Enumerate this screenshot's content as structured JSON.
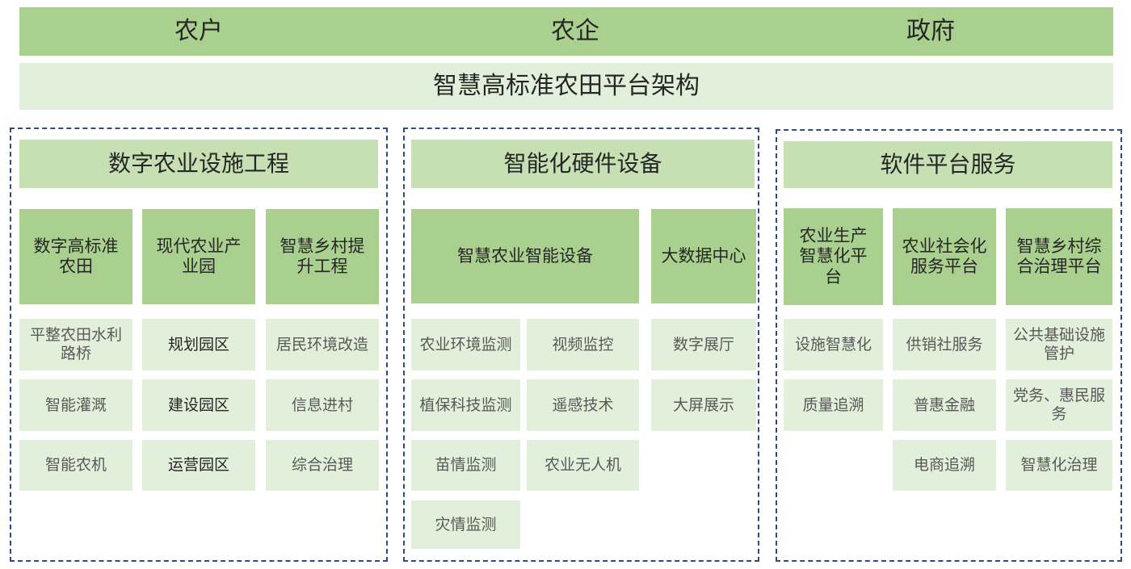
{
  "stakeholders": [
    "农户",
    "农企",
    "政府"
  ],
  "platform_title": "智慧高标准农田平台架构",
  "sections": [
    {
      "title": "数字农业设施工程",
      "groups": [
        {
          "title": "数字高标准农田",
          "items": [
            "平整农田水利路桥",
            "智能灌溉",
            "智能农机"
          ]
        },
        {
          "title": "现代农业产业园",
          "items": [
            "规划园区",
            "建设园区",
            "运营园区"
          ]
        },
        {
          "title": "智慧乡村提升工程",
          "items": [
            "居民环境改造",
            "信息进村",
            "综合治理"
          ]
        }
      ]
    },
    {
      "title": "智能化硬件设备",
      "groups": [
        {
          "title": "智慧农业智能设备",
          "items": [
            "农业环境监测",
            "视频监控",
            "植保科技监测",
            "遥感技术",
            "苗情监测",
            "农业无人机",
            "灾情监测"
          ]
        },
        {
          "title": "大数据中心",
          "items": [
            "数字展厅",
            "大屏展示"
          ]
        }
      ]
    },
    {
      "title": "软件平台服务",
      "groups": [
        {
          "title": "农业生产智慧化平台",
          "items": [
            "设施智慧化",
            "质量追溯"
          ]
        },
        {
          "title": "农业社会化服务平台",
          "items": [
            "供销社服务",
            "普惠金融",
            "电商追溯"
          ]
        },
        {
          "title": "智慧乡村综合治理平台",
          "items": [
            "公共基础设施管护",
            "党务、惠民服务",
            "智慧化治理"
          ]
        }
      ]
    }
  ]
}
